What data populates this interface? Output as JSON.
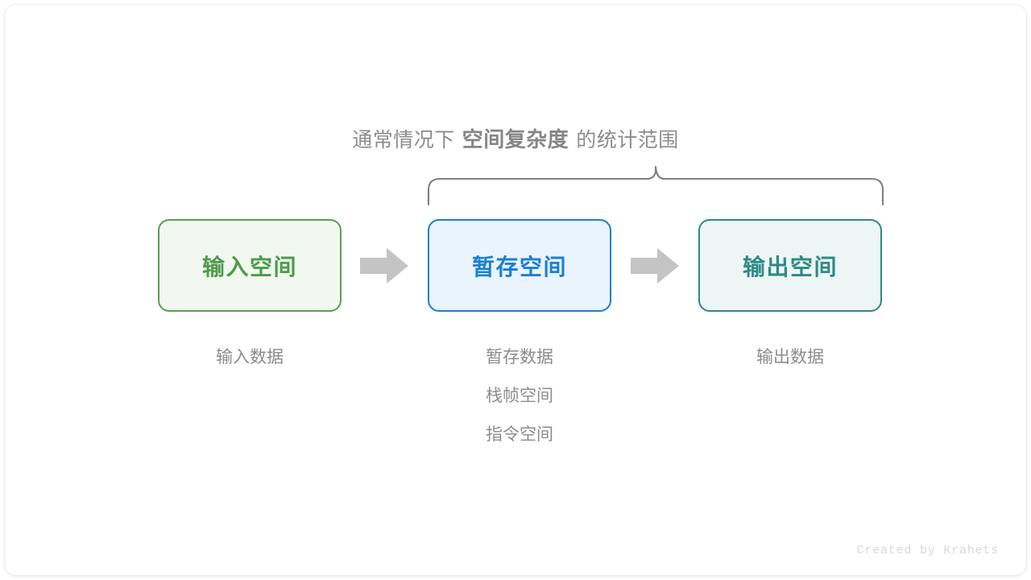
{
  "heading": {
    "prefix": "通常情况下",
    "emphasis": "空间复杂度",
    "suffix": "的统计范围"
  },
  "colors": {
    "input_border": "#5d9c55",
    "input_fill": "#f1f8ef",
    "input_text": "#4f9a4a",
    "temp_border": "#1b7fd1",
    "temp_fill": "#e9f4fc",
    "temp_text": "#1b7fd1",
    "output_border": "#2d8a85",
    "output_fill": "#edf6f4",
    "output_text": "#2d8a85",
    "arrow": "#c4c4c4",
    "brace": "#808080",
    "muted_text": "#8c8c8c",
    "credit_text": "#d8d8d8"
  },
  "boxes": [
    {
      "id": "input",
      "label": "输入空间",
      "captions": [
        "输入数据"
      ]
    },
    {
      "id": "temp",
      "label": "暂存空间",
      "captions": [
        "暂存数据",
        "栈帧空间",
        "指令空间"
      ]
    },
    {
      "id": "output",
      "label": "输出空间",
      "captions": [
        "输出数据"
      ]
    }
  ],
  "captions": {
    "input_line1": "输入数据",
    "temp_line1": "暂存数据",
    "temp_line2": "栈帧空间",
    "temp_line3": "指令空间",
    "output_line1": "输出数据"
  },
  "arrows": [
    {
      "id": "arrow-1",
      "from": "input",
      "to": "temp"
    },
    {
      "id": "arrow-2",
      "from": "temp",
      "to": "output"
    }
  ],
  "brace": {
    "spans": [
      "temp",
      "output"
    ],
    "direction": "up"
  },
  "credit": "Created by Krahets"
}
